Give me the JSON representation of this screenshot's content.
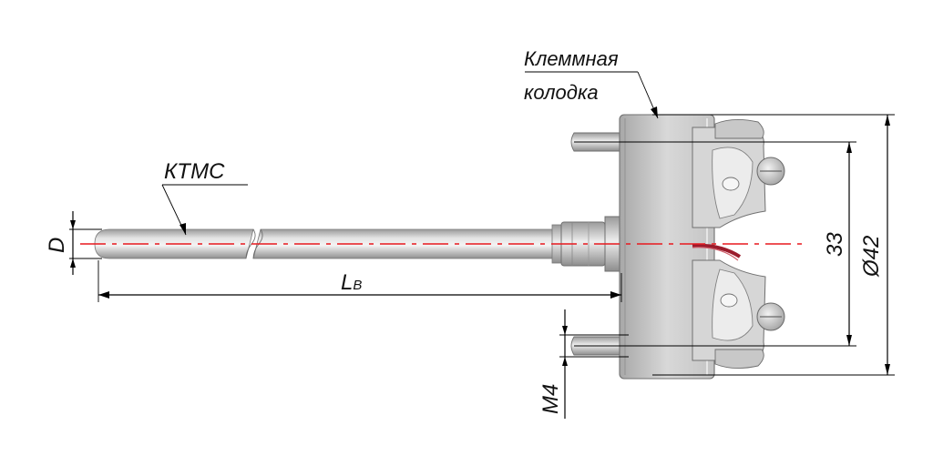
{
  "labels": {
    "terminal_line1": "Клеммная",
    "terminal_line2": "колодка",
    "cable": "КТМС",
    "diameter": "D",
    "length_main": "L",
    "length_sub": "В",
    "thread": "M4",
    "spacing": "33",
    "outer_diameter": "Ø42"
  },
  "colors": {
    "axis": "#e8191e",
    "wire": "#9b1c2c",
    "metal": "#cfcfcf"
  }
}
